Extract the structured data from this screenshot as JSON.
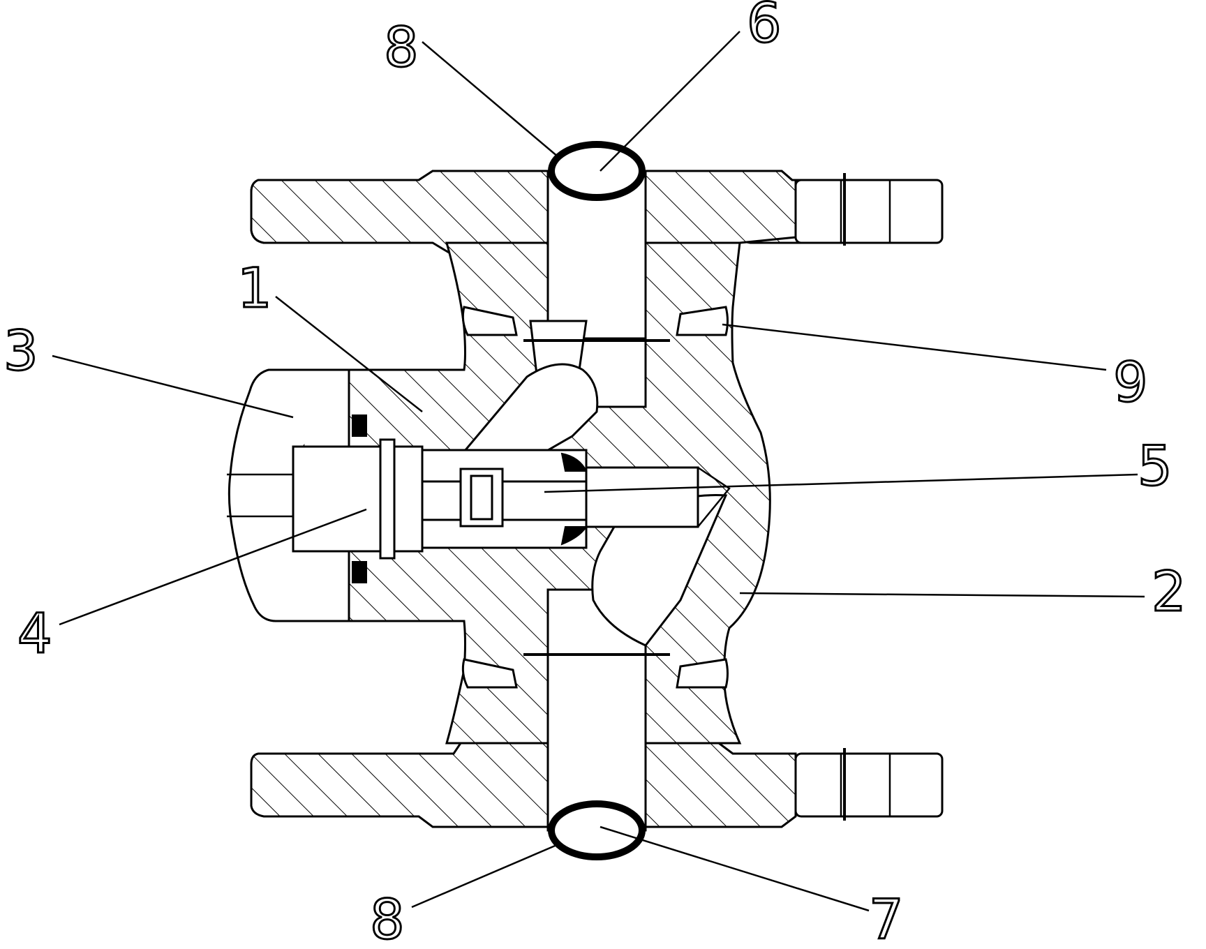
{
  "callouts": [
    {
      "id": "part-1",
      "text": "1"
    },
    {
      "id": "part-2",
      "text": "2"
    },
    {
      "id": "part-3",
      "text": "3"
    },
    {
      "id": "part-4",
      "text": "4"
    },
    {
      "id": "part-5",
      "text": "5"
    },
    {
      "id": "part-6",
      "text": "6"
    },
    {
      "id": "part-7",
      "text": "7"
    },
    {
      "id": "part-8-top",
      "text": "8"
    },
    {
      "id": "part-8-bottom",
      "text": "8"
    },
    {
      "id": "part-9",
      "text": "9"
    }
  ],
  "colors": {
    "line": "#000000",
    "background": "#ffffff"
  }
}
